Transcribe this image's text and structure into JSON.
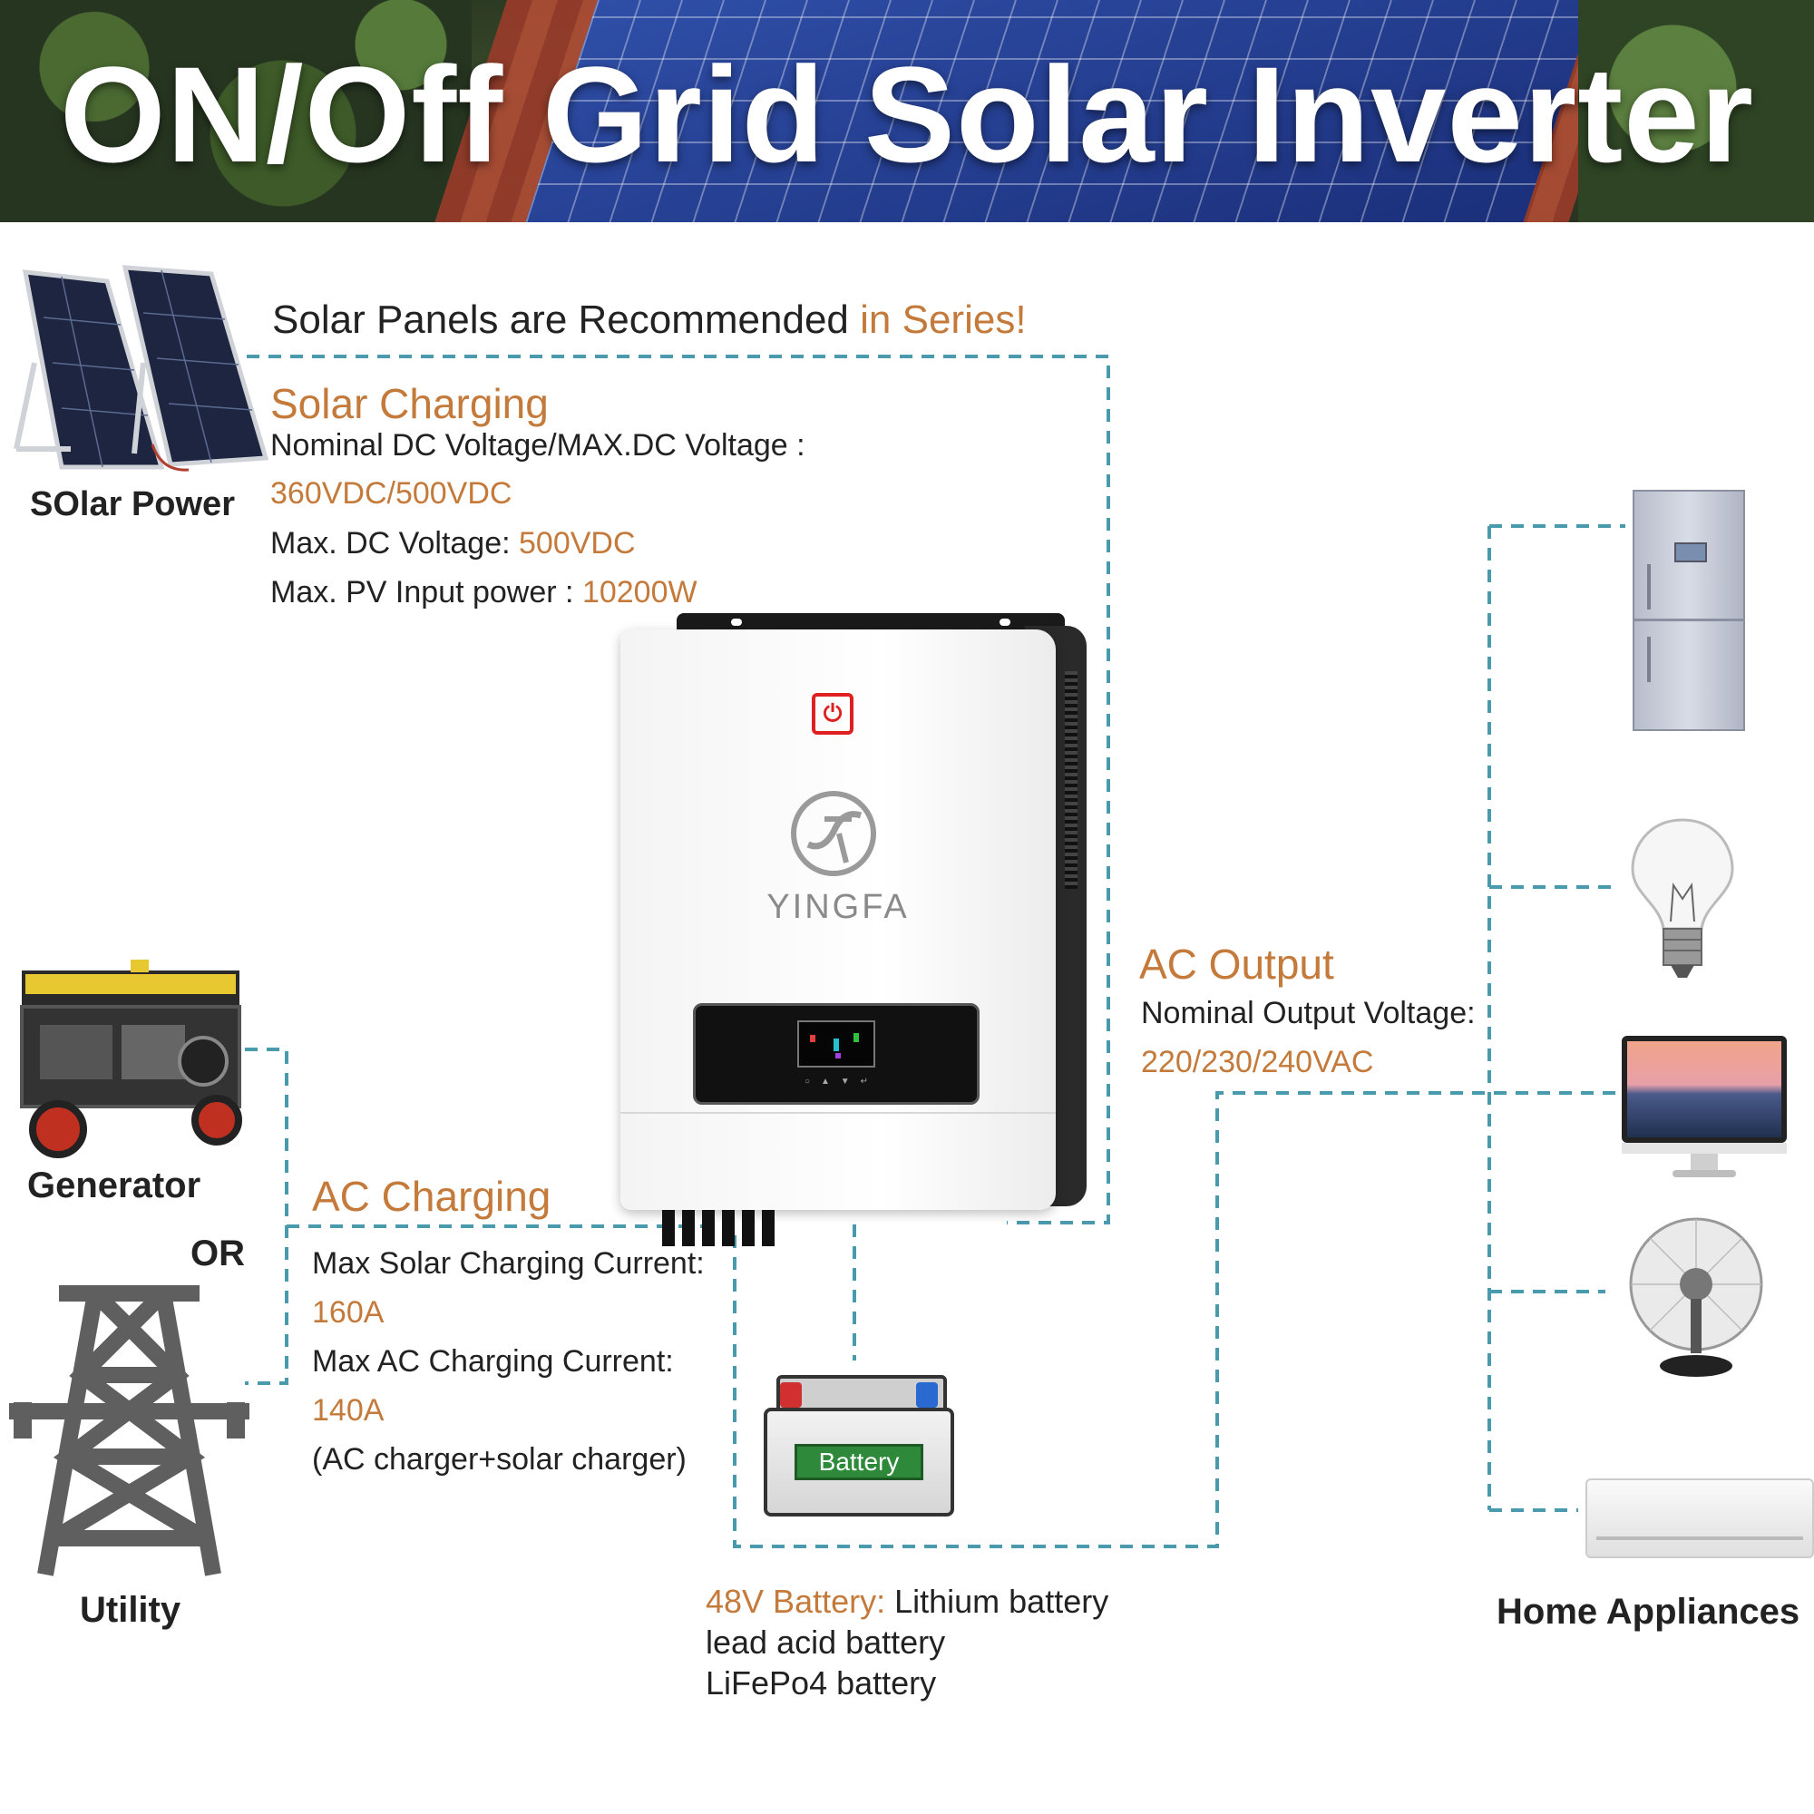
{
  "banner": {
    "title": "ON/Off Grid Solar Inverter"
  },
  "solar": {
    "recommend_prefix": "Solar Panels are Recommended ",
    "recommend_highlight": "in Series!",
    "label": "SOlar Power",
    "heading": "Solar Charging",
    "nominal_label": "Nominal DC Voltage/MAX.DC Voltage :",
    "nominal_value": "360VDC/500VDC",
    "max_dc_label": "Max. DC Voltage: ",
    "max_dc_value": "500VDC",
    "max_pv_label": "Max. PV Input power : ",
    "max_pv_value": "10200W"
  },
  "inverter": {
    "brand": "YINGFA"
  },
  "ac_output": {
    "heading": "AC Output",
    "nominal_label": "Nominal Output Voltage:",
    "nominal_value": "220/230/240VAC"
  },
  "ac_charging": {
    "heading": "AC Charging",
    "solar_current_label": "Max Solar Charging Current:",
    "solar_current_value": "160A",
    "ac_current_label": "Max AC Charging Current:",
    "ac_current_value": "140A",
    "note": "(AC charger+solar charger)"
  },
  "sources": {
    "generator": "Generator",
    "or": "OR",
    "utility": "Utility"
  },
  "battery": {
    "label": "Battery",
    "prefix": "48V Battery: ",
    "type1": "Lithium battery",
    "type2": "lead acid battery",
    "type3": "LiFePo4 battery"
  },
  "appliances": {
    "label": "Home Appliances"
  },
  "colors": {
    "accent": "#c47a3a",
    "line": "#4a9aae",
    "power_red": "#e02020"
  }
}
